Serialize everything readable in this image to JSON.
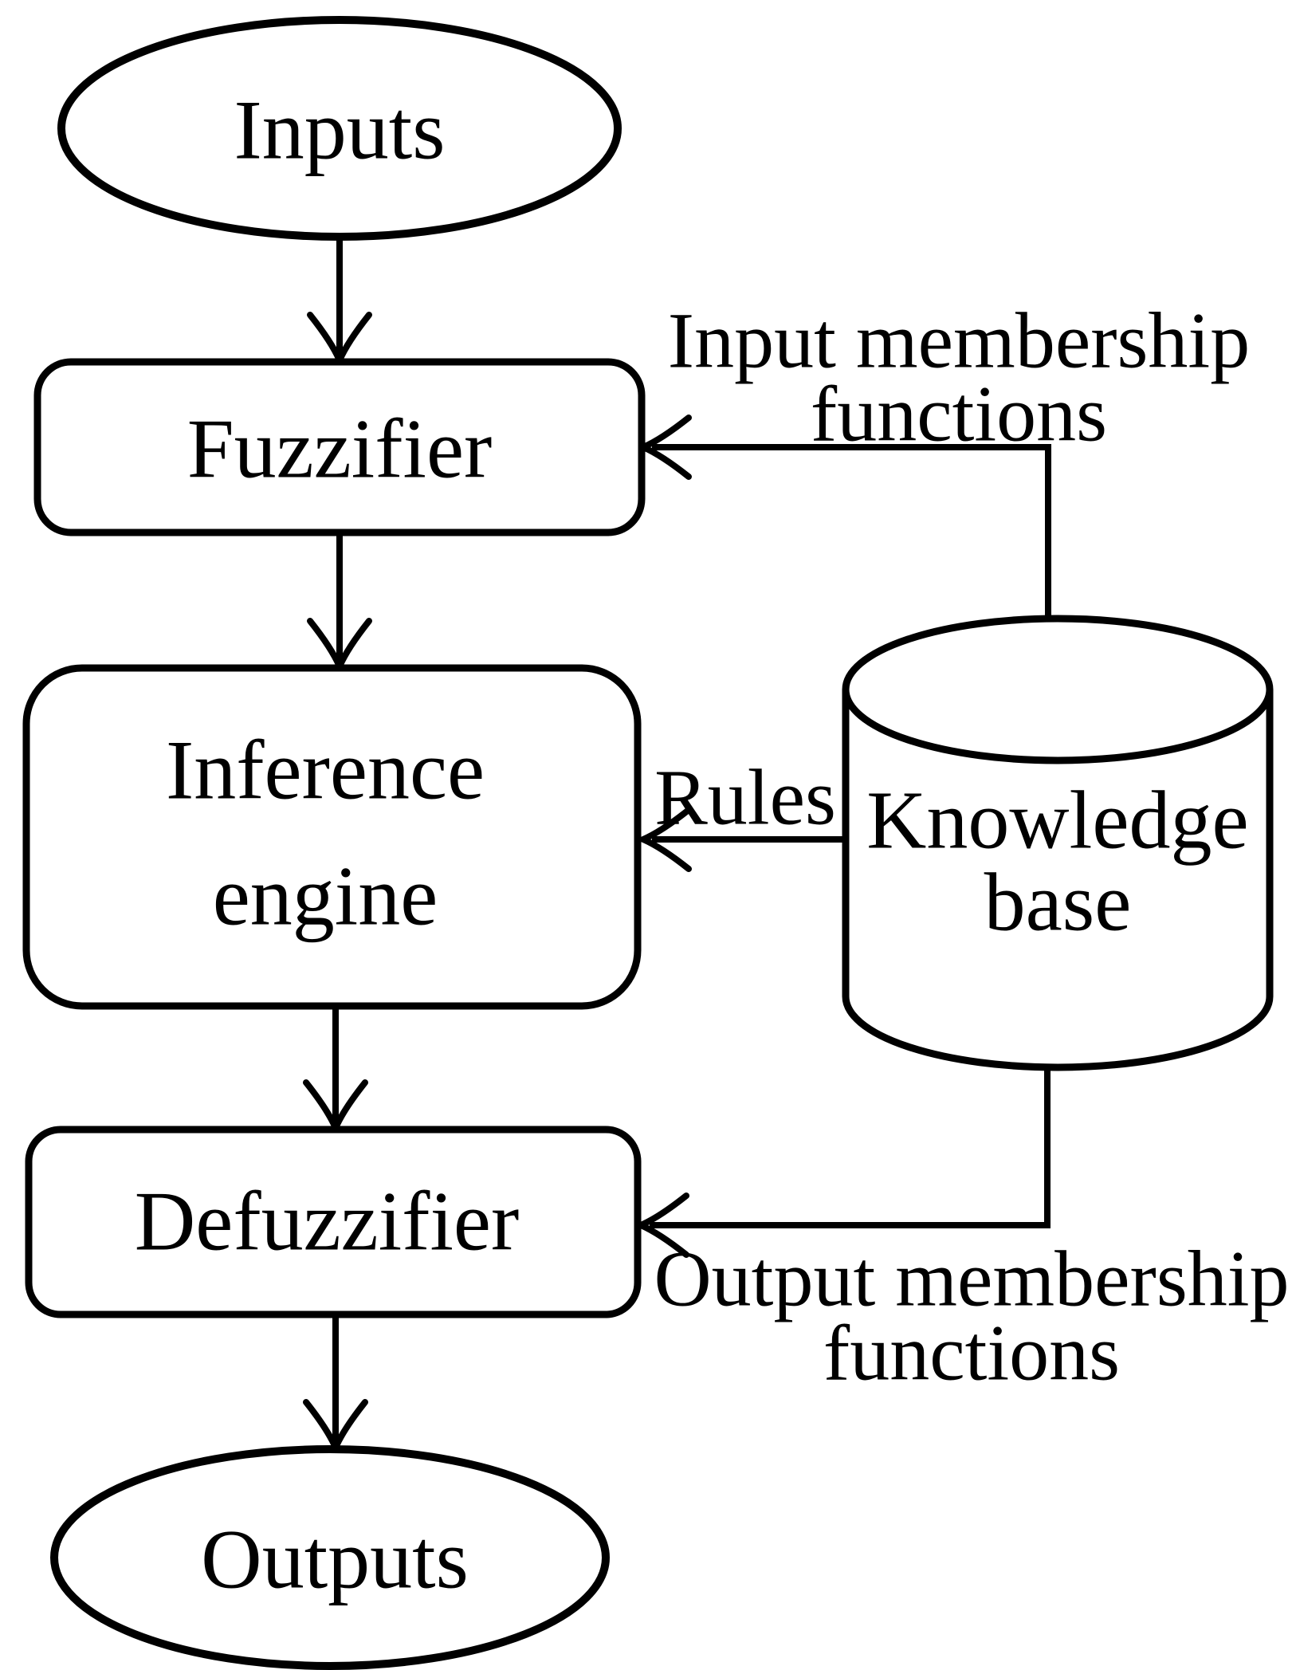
{
  "nodes": {
    "inputs": {
      "label": "Inputs"
    },
    "fuzzifier": {
      "label": "Fuzzifier"
    },
    "inference_engine": {
      "line1": "Inference",
      "line2": "engine"
    },
    "defuzzifier": {
      "label": "Defuzzifier"
    },
    "outputs": {
      "label": "Outputs"
    },
    "knowledge_base": {
      "line1": "Knowledge",
      "line2": "base"
    }
  },
  "edge_labels": {
    "input_membership": {
      "line1": "Input membership",
      "line2": "functions"
    },
    "rules": {
      "label": "Rules"
    },
    "output_membership": {
      "line1": "Output membership",
      "line2": "functions"
    }
  },
  "colors": {
    "stroke": "#000000",
    "shape_fill": "#ffffff",
    "background": "#ffffff"
  }
}
